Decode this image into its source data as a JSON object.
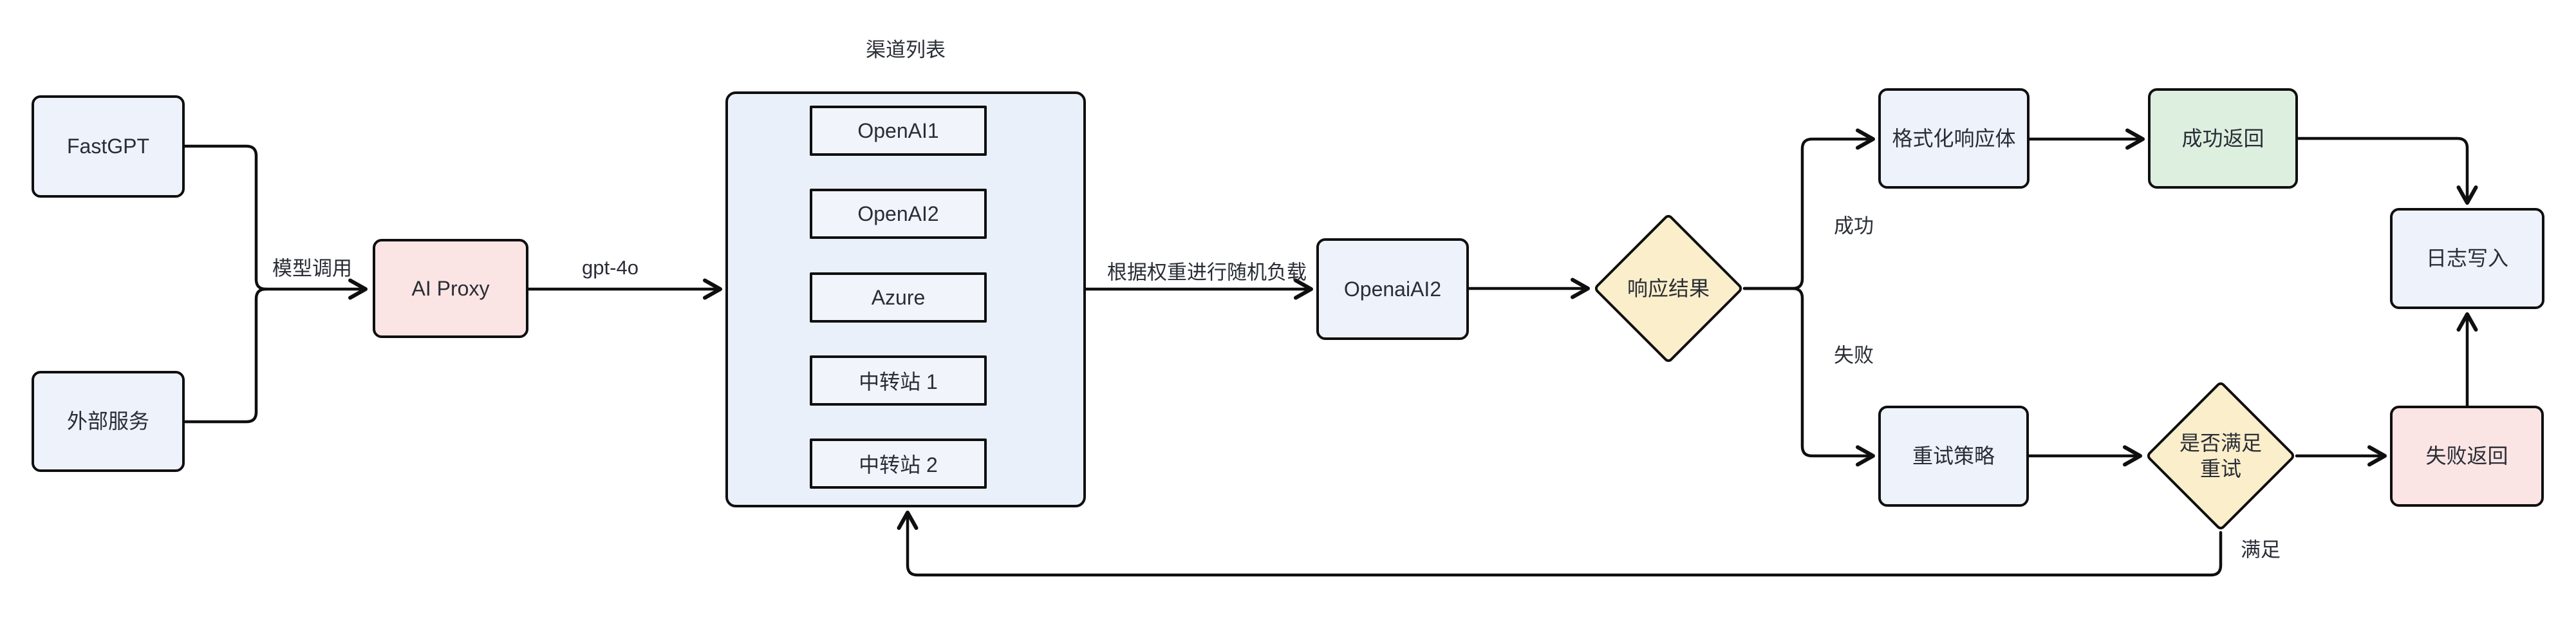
{
  "diagram": {
    "nodes": {
      "fastgpt": {
        "label": "FastGPT"
      },
      "external_service": {
        "label": "外部服务"
      },
      "ai_proxy": {
        "label": "AI Proxy"
      },
      "channel_list": {
        "title": "渠道列表",
        "channels": [
          "OpenAI1",
          "OpenAI2",
          "Azure",
          "中转站 1",
          "中转站 2"
        ]
      },
      "openai_ai2": {
        "label": "OpenaiAI2"
      },
      "response_result": {
        "label": "响应结果"
      },
      "format_response": {
        "label": "格式化响应体"
      },
      "success_return": {
        "label": "成功返回"
      },
      "log_write": {
        "label": "日志写入"
      },
      "retry_strategy": {
        "label": "重试策略"
      },
      "retry_condition": {
        "label_line1": "是否满足",
        "label_line2": "重试"
      },
      "failure_return": {
        "label": "失败返回"
      }
    },
    "edge_labels": {
      "model_call": "模型调用",
      "gpt_4o": "gpt-4o",
      "weighted_load": "根据权重进行随机负载",
      "success": "成功",
      "failure": "失败",
      "satisfied": "满足"
    },
    "colors": {
      "node_blue": "#edf2fb",
      "inner_blue": "#f1f4fb",
      "container_blue": "#eaf0fa",
      "node_pink": "#fbe4e4",
      "node_green": "#ddefdf",
      "node_yellow": "#fbeecb",
      "stroke": "#0f0f10",
      "text": "#2a2d35"
    }
  }
}
